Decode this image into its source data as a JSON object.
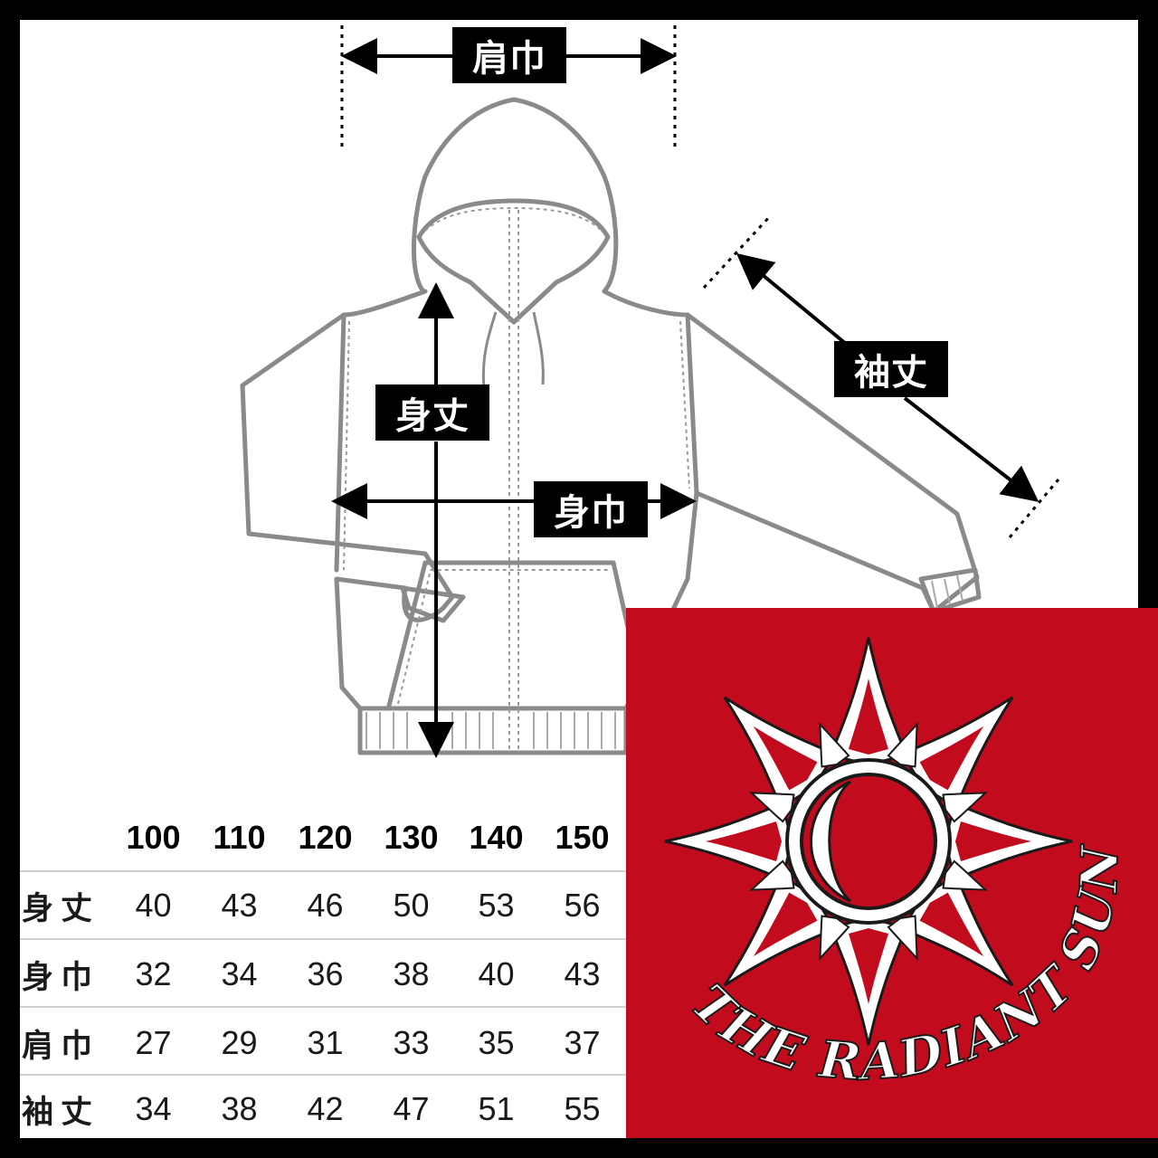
{
  "labels": {
    "shoulder_width": "肩巾",
    "body_length": "身丈",
    "body_width": "身巾",
    "sleeve_length": "袖丈"
  },
  "size_table": {
    "sizes": [
      "100",
      "110",
      "120",
      "130",
      "140",
      "150"
    ],
    "rows": [
      {
        "name": "身丈",
        "values": [
          "40",
          "43",
          "46",
          "50",
          "53",
          "56"
        ]
      },
      {
        "name": "身巾",
        "values": [
          "32",
          "34",
          "36",
          "38",
          "40",
          "43"
        ]
      },
      {
        "name": "肩巾",
        "values": [
          "27",
          "29",
          "31",
          "33",
          "35",
          "37"
        ]
      },
      {
        "name": "袖丈",
        "values": [
          "34",
          "38",
          "42",
          "47",
          "51",
          "55"
        ]
      }
    ]
  },
  "logo": {
    "text": "THE RADIANT SUN",
    "background_color": "#c30b1e",
    "foreground_color": "#ffffff"
  },
  "colors": {
    "frame": "#000000",
    "paper": "#ffffff",
    "outline": "#8a8a8a"
  }
}
